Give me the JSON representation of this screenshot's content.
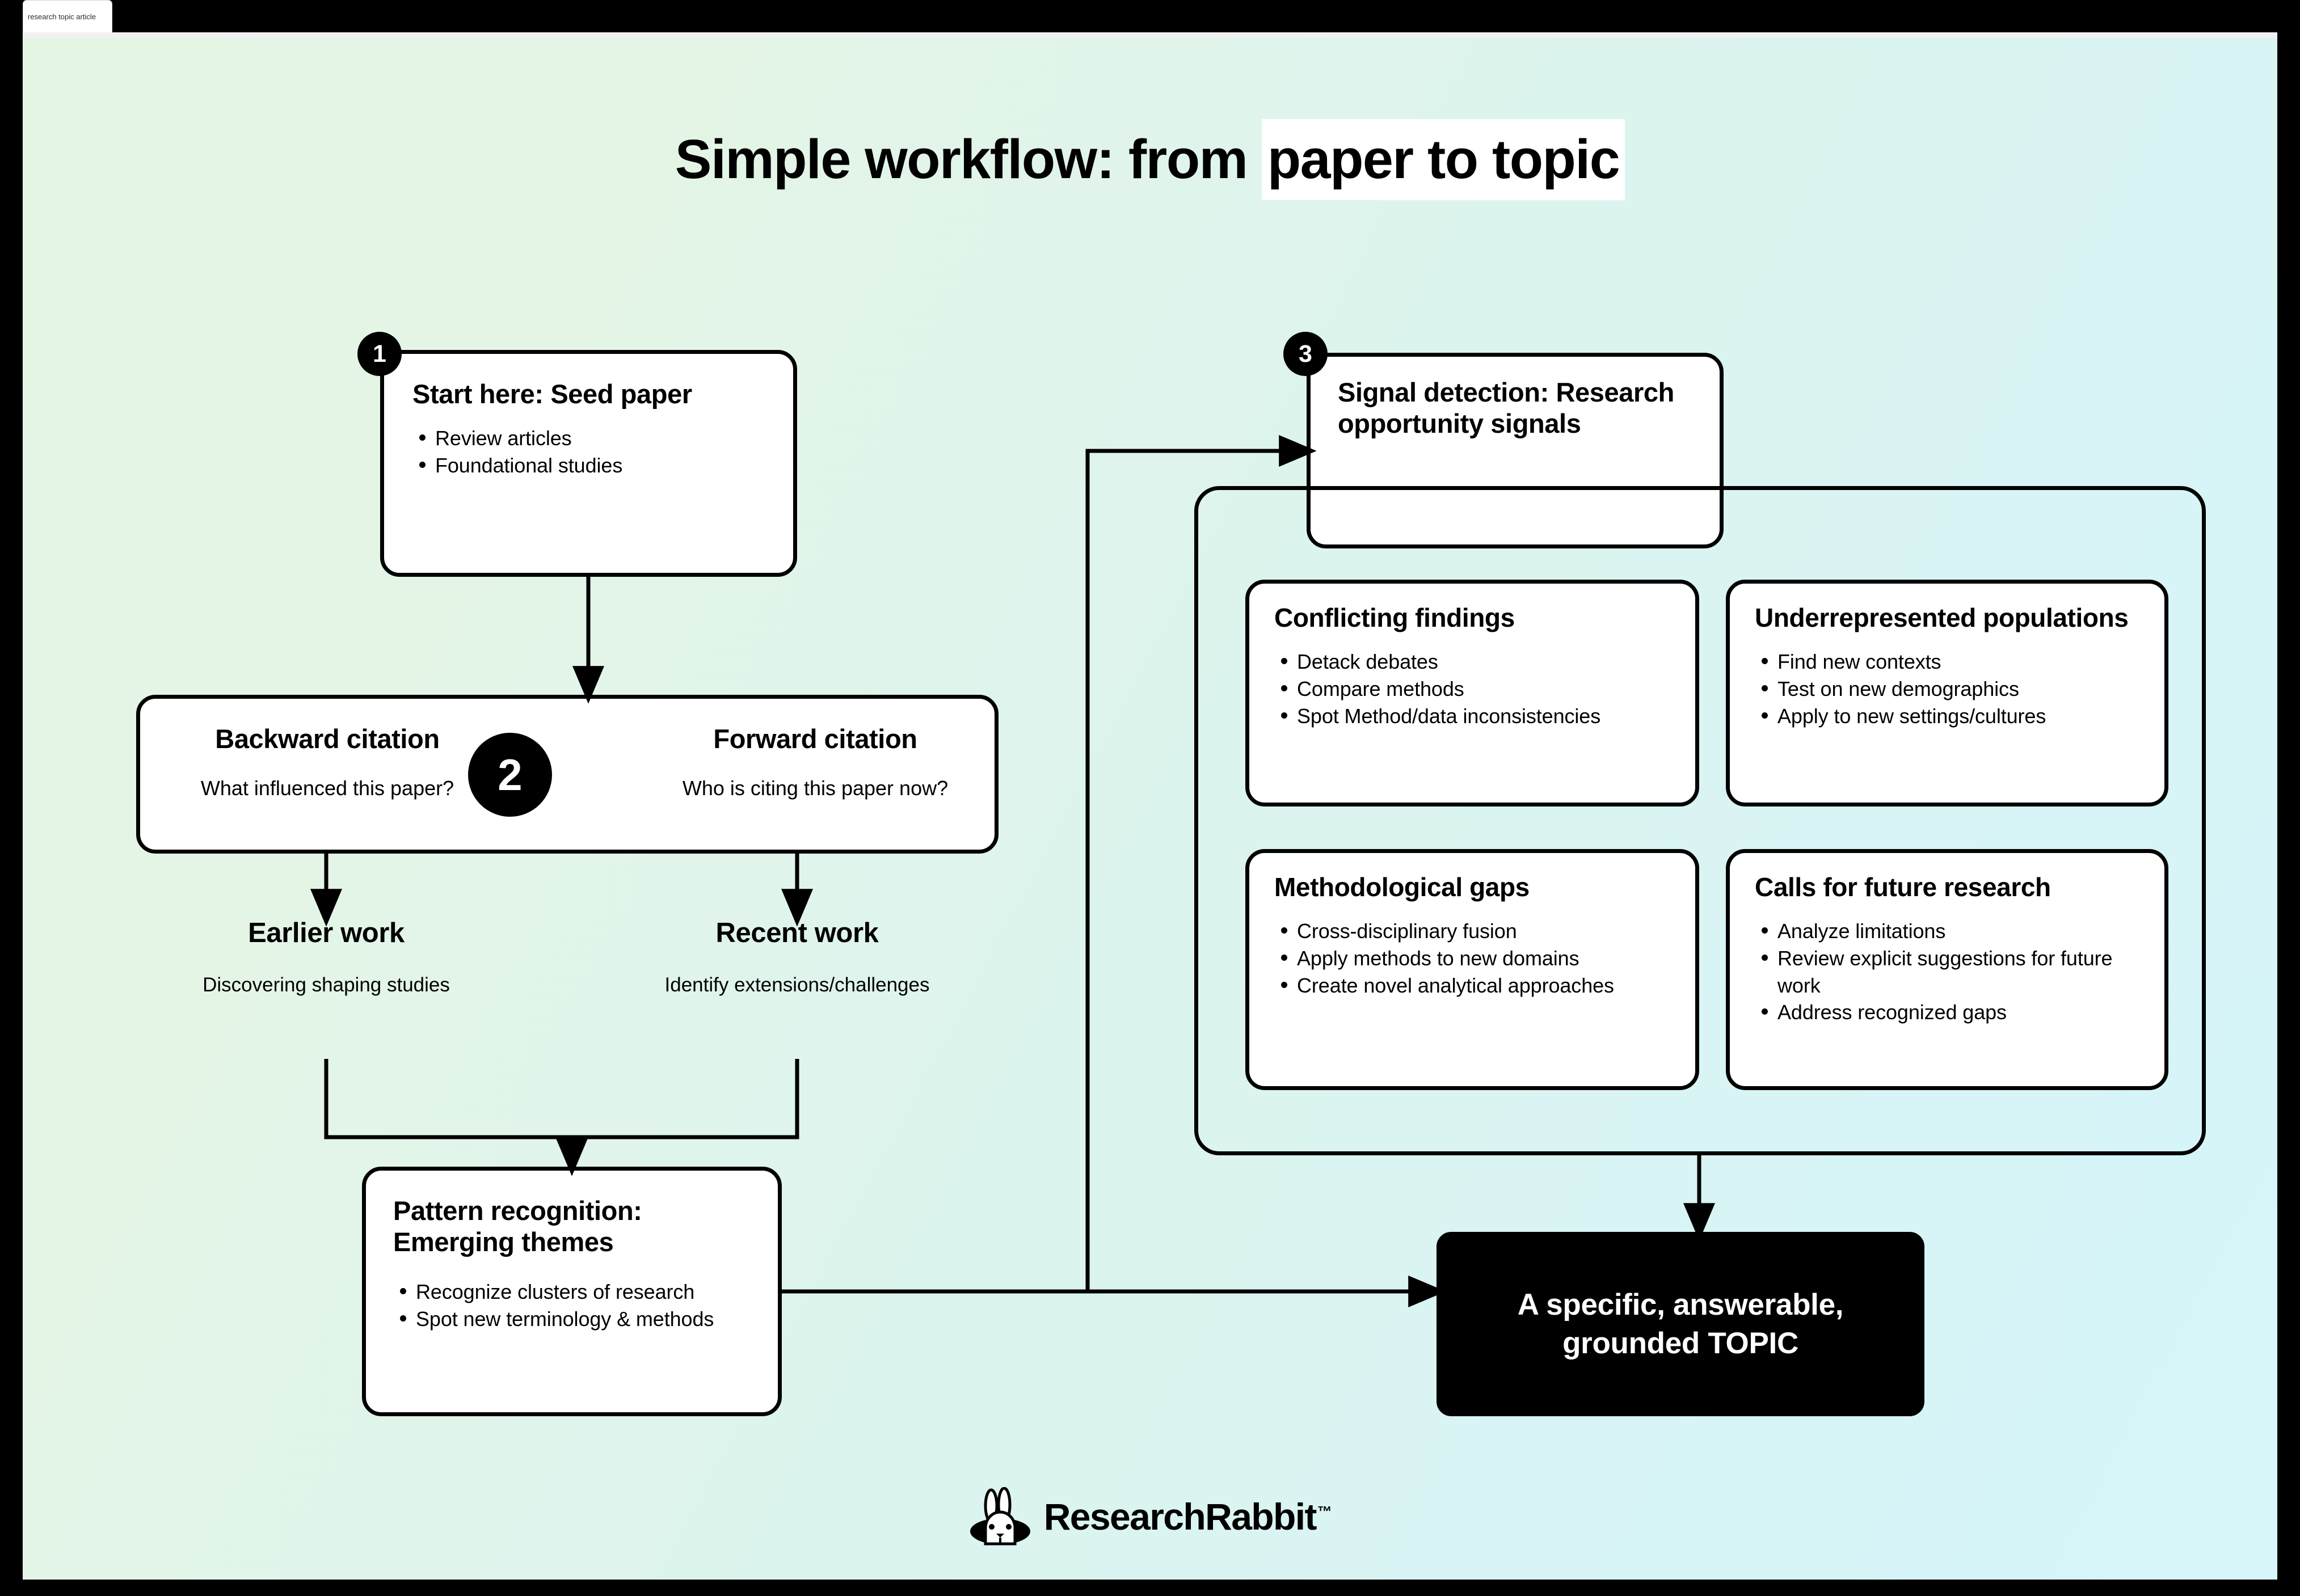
{
  "browser_tab": {
    "label": "research topic article"
  },
  "title": {
    "lead": "Simple workflow: from ",
    "highlight": "paper to topic"
  },
  "colors": {
    "background_start": "#e4f5e4",
    "background_end": "#d6f6fa",
    "card_bg": "#ffffff",
    "stroke": "#000000",
    "topic_bg": "#000000",
    "topic_text": "#ffffff"
  },
  "steps": {
    "one": {
      "number": "1",
      "heading": "Start here: Seed paper",
      "bullets": [
        "Review articles",
        "Foundational studies"
      ]
    },
    "two": {
      "number": "2",
      "left": {
        "heading": "Backward citation",
        "sub": "What influenced this paper?"
      },
      "right": {
        "heading": "Forward citation",
        "sub": "Who is citing this paper now?"
      }
    },
    "three": {
      "number": "3",
      "heading": "Signal detection: Research opportunity signals"
    }
  },
  "work": {
    "earlier": {
      "title": "Earlier work",
      "sub": "Discovering shaping studies"
    },
    "recent": {
      "title": "Recent work",
      "sub": "Identify extensions/challenges"
    }
  },
  "pattern": {
    "heading": "Pattern recognition: Emerging themes",
    "bullets": [
      "Recognize clusters of research",
      "Spot new terminology & methods"
    ]
  },
  "signals": [
    {
      "heading": "Conflicting findings",
      "bullets": [
        "Detack debates",
        "Compare methods",
        "Spot Method/data inconsistencies"
      ]
    },
    {
      "heading": "Underrepresented populations",
      "bullets": [
        "Find new contexts",
        "Test on new demographics",
        "Apply to new settings/cultures"
      ]
    },
    {
      "heading": "Methodological gaps",
      "bullets": [
        "Cross-disciplinary fusion",
        "Apply methods to new domains",
        "Create novel analytical approaches"
      ]
    },
    {
      "heading": "Calls for future research",
      "bullets": [
        "Analyze limitations",
        "Review explicit suggestions for future work",
        "Address recognized gaps"
      ]
    }
  ],
  "topic": {
    "line1": "A specific, answerable,",
    "line2": "grounded  TOPIC"
  },
  "footer": {
    "brand": "ResearchRabbit",
    "trademark": "™"
  }
}
